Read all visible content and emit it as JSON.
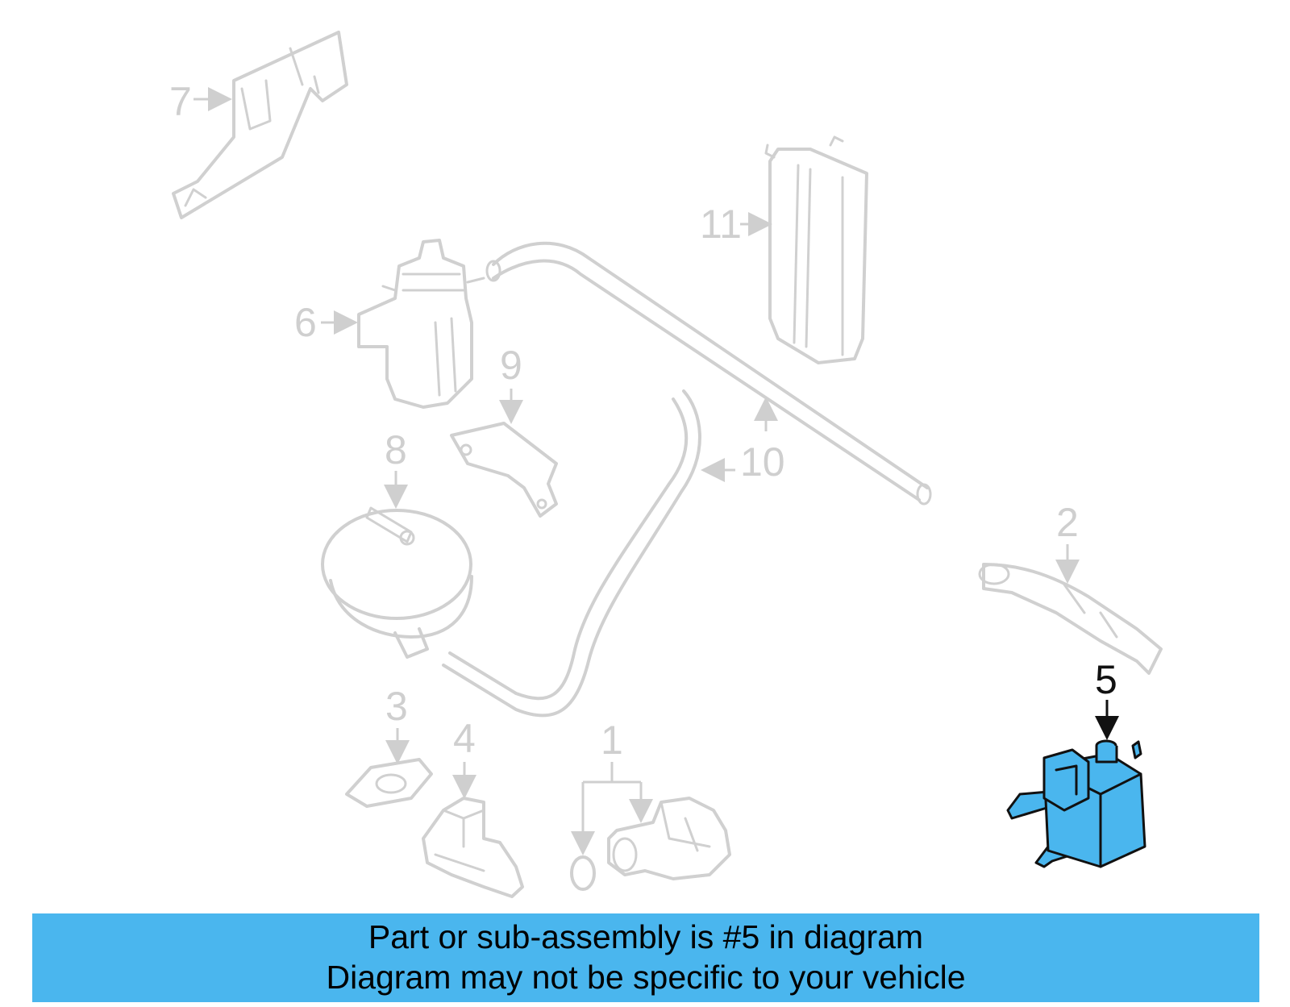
{
  "callouts": {
    "c1": "1",
    "c2": "2",
    "c3": "3",
    "c4": "4",
    "c5": "5",
    "c6": "6",
    "c7": "7",
    "c8": "8",
    "c9": "9",
    "c10": "10",
    "c11": "11"
  },
  "highlight": {
    "part_number": "5",
    "color": "#4ab6ee"
  },
  "banner": {
    "line1": "Part or sub-assembly is #5 in diagram",
    "line2": "Diagram may not be specific to your vehicle",
    "background": "#4ab6ee"
  }
}
